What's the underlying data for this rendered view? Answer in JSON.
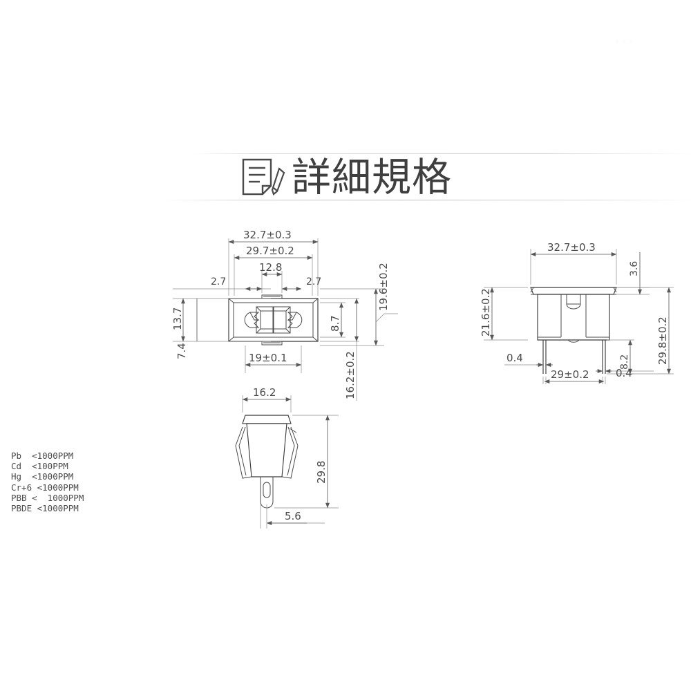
{
  "header": {
    "title": "詳細規格",
    "icon": "document-pen-icon"
  },
  "rohs": {
    "lines": [
      "Pb  <1000PPM",
      "Cd  <100PPM",
      "Hg  <1000PPM",
      "Cr+6 <1000PPM",
      "PBB <  1000PPM",
      "PBDE <1000PPM"
    ]
  },
  "views": {
    "top": {
      "name": "top-view",
      "dimensions": {
        "overall_width": "32.7±0.3",
        "inner_width": "29.7±0.2",
        "center_slot": "12.8",
        "left_offset": "2.7",
        "right_offset": "2.7",
        "left_height": "13.7",
        "left_height_2": "7.4",
        "inner_height": "8.7",
        "bottom_width": "19±0.1",
        "right_height": "16.2±0.2",
        "leader_height": "19.6±0.2"
      }
    },
    "side": {
      "name": "side-view",
      "dimensions": {
        "overall_width": "32.7±0.3",
        "flange_thickness": "3.6",
        "body_height": "21.6±0.2",
        "total_height": "29.8±0.2",
        "pin_length": "8.2",
        "pin_thickness_left": "0.4",
        "pin_thickness_right": "0.4",
        "pin_spacing": "29±0.2"
      }
    },
    "front": {
      "name": "front-view",
      "dimensions": {
        "width": "16.2",
        "height": "29.8",
        "pin_offset": "5.6"
      }
    }
  },
  "colors": {
    "background": "#ffffff",
    "line": "#3a3a3a",
    "dimension_line": "#585858",
    "extension_line": "#8d8d8d",
    "title_text": "#3f3f3f",
    "rohs_text": "#4a4a4a"
  }
}
